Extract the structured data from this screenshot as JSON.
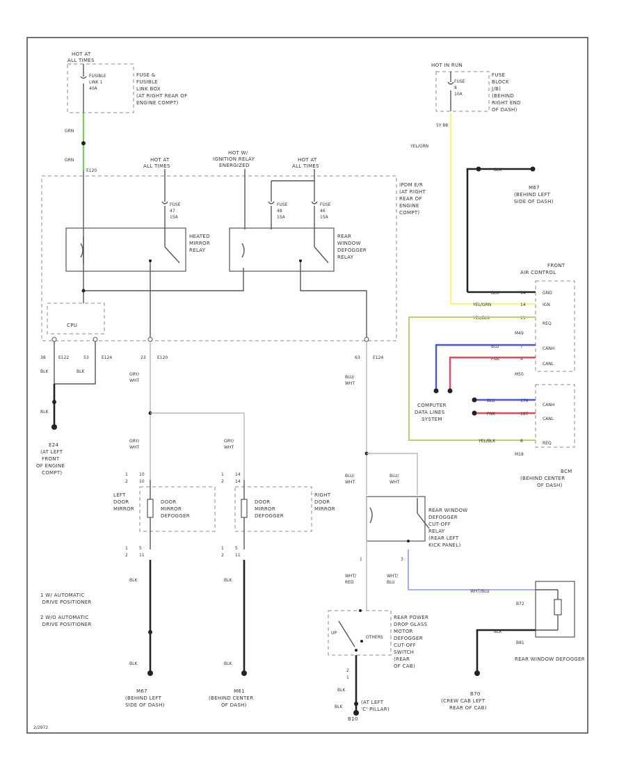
{
  "labels": {
    "hot_at_all_times_1": [
      "HOT AT",
      "ALL TIMES"
    ],
    "fuse_link_box": [
      "FUSE &",
      "FUSIBLE",
      "LINK BOX",
      "(AT RIGHT REAR OF",
      "ENGINE COMPT)"
    ],
    "fusible_link": [
      "FUSIBLE",
      "LINK 1",
      "40A"
    ],
    "hot_in_run": [
      "HOT IN RUN"
    ],
    "fuse_block": [
      "FUSE",
      "BLOCK",
      "J/B)",
      "(BEHIND",
      "RIGHT END",
      "OF DASH)"
    ],
    "fuse_7": [
      "FUSE",
      "8",
      "10A"
    ],
    "pin_yel_grn_top": "5Y  88",
    "wire_grn_1": "GRN",
    "wire_grn_2": "GRN",
    "connector_e120_top": "E120",
    "hot_at_all_times_2": [
      "HOT AT",
      "ALL TIMES"
    ],
    "hot_w_ign_relay": [
      "HOT W/",
      "IGNITION RELAY",
      "ENERGIZED"
    ],
    "hot_at_all_times_3": [
      "HOT AT",
      "ALL TIMES"
    ],
    "ipdm": [
      "IPDM E/R",
      "(AT RIGHT",
      "REAR OF",
      "ENGINE",
      "COMPT)"
    ],
    "fuse_47": [
      "FUSE",
      "47",
      "15A"
    ],
    "fuse_48": [
      "FUSE",
      "48",
      "15A"
    ],
    "fuse_46": [
      "FUSE",
      "46",
      "15A"
    ],
    "heated_mirror_relay": [
      "HEATED",
      "MIRROR",
      "RELAY"
    ],
    "rear_window_defogger_relay": [
      "REAR",
      "WINDOW",
      "DEFOGGER",
      "RELAY"
    ],
    "cpu": "CPU",
    "wire_yel_grn": "YEL/GRN",
    "wire_blk_top": "BLK",
    "ground_m67_top": [
      "M67",
      "(BEHIND LEFT",
      "SIDE OF DASH)"
    ],
    "front_air_control": [
      "FRONT",
      "AIR CONTROL"
    ],
    "fac_pins": [
      {
        "wire": "BLK",
        "pin": "14",
        "name": "GND"
      },
      {
        "wire": "YEL/GRN",
        "pin": "14",
        "name": "IGN"
      },
      {
        "wire": "YEL/BLK",
        "pin": "11",
        "name": "REQ"
      },
      {
        "wire": "BLU",
        "pin": "7",
        "name": "CANH"
      },
      {
        "wire": "PNK",
        "pin": "4",
        "name": "CANL"
      }
    ],
    "connector_m49": "M49",
    "connector_m50": "M50",
    "conn_pins_left": [
      "38",
      "E122",
      "53",
      "E124",
      "23",
      "E120"
    ],
    "conn_pin_right": [
      "63",
      "E124"
    ],
    "wire_blk_a": "BLK",
    "wire_blk_b": "BLK",
    "wire_blk_c": "BLK",
    "wire_gry_wht_1": [
      "GRY/",
      "WHT"
    ],
    "wire_blu_wht_1": [
      "BLU/",
      "WHT"
    ],
    "computer_data_lines": [
      "COMPUTER",
      "DATA LINES",
      "SYSTEM"
    ],
    "ground_e24": [
      "E24",
      "(AT LEFT",
      "FRONT",
      "OF ENGINE",
      "COMPT)"
    ],
    "bcm_pins": [
      {
        "wire": "BLU",
        "pin": "176",
        "name": "CANH"
      },
      {
        "wire": "PNK",
        "pin": "187",
        "name": "CANL"
      },
      {
        "wire": "YEL/BLK",
        "pin": "8",
        "name": "REQ"
      }
    ],
    "bcm": [
      "BCM",
      "(BEHIND CENTER",
      "OF DASH)"
    ],
    "connector_m18": "M18",
    "wire_gry_wht_2": [
      "GRY/",
      "WHT"
    ],
    "wire_gry_wht_3": [
      "GRY/",
      "WHT"
    ],
    "wire_blu_wht_2": [
      "BLU/",
      "WHT"
    ],
    "wire_blu_wht_3": [
      "BLU/",
      "WHT"
    ],
    "pin_d10_left": [
      "1",
      "2",
      "10",
      "10"
    ],
    "pin_d10_right": [
      "1",
      "2",
      "14",
      "14"
    ],
    "left_door_mirror": [
      "LEFT",
      "DOOR",
      "MIRROR"
    ],
    "right_door_mirror": [
      "RIGHT",
      "DOOR",
      "MIRROR"
    ],
    "door_mirror_defogger_l": [
      "DOOR",
      "MIRROR",
      "DEFOGGER"
    ],
    "door_mirror_defogger_r": [
      "DOOR",
      "MIRROR",
      "DEFOGGER"
    ],
    "rear_defogger_cutoff_relay": [
      "REAR WINDOW",
      "DEFOGGER",
      "CUT-OFF",
      "RELAY",
      "(REAR LEFT",
      "KICK PANEL)"
    ],
    "pins_lower_left": [
      "1",
      "2",
      "5",
      "11"
    ],
    "pins_lower_right": [
      "1",
      "2",
      "5",
      "11"
    ],
    "wire_blk_l": "BLK",
    "wire_blk_r": "BLK",
    "notes": [
      "1 W/ AUTOMATIC",
      "   DRIVE POSITIONER",
      "2 W/O AUTOMATIC",
      "   DRIVE POSITIONER"
    ],
    "relay_pins": [
      "1",
      "3"
    ],
    "wire_wht_red": [
      "WHT/",
      "RED"
    ],
    "wire_wht_blu_a": [
      "WHT/",
      "BLU"
    ],
    "wire_wht_blu_b": "WHT/BLU",
    "rear_power_drop_glass": [
      "REAR POWER",
      "DROP GLASS",
      "MOTOR",
      "DEFOGGER",
      "CUT-OFF",
      "SWITCH",
      "(REAR",
      "OF CAB)"
    ],
    "switch_up": "UP",
    "switch_others": "OTHERS",
    "pins_switch": [
      "2",
      "1"
    ],
    "b72": "B72",
    "b81": "B81",
    "rear_window_defogger": "REAR WINDOW DEFOGGER",
    "wire_blk_s1": "BLK",
    "wire_blk_s2": "BLK",
    "wire_blk_def": "BLK",
    "wire_blk_bot_l": "BLK",
    "wire_blk_bot_r": "BLK",
    "ground_m67_bot": [
      "M67",
      "(BEHIND LEFT",
      "SIDE OF DASH)"
    ],
    "ground_m61": [
      "M61",
      "(BEHIND CENTER",
      "OF DASH)"
    ],
    "ground_b10": [
      "(AT LEFT",
      "'C' PILLAR)",
      "B10"
    ],
    "ground_b70": [
      "B70",
      "(CREW CAB LEFT",
      "REAR OF CAB)"
    ],
    "footer_code": "2/2972"
  },
  "colors": {
    "wire_green": "#66dd44",
    "wire_yellow": "#f4f488",
    "wire_yelblk": "#c8cc66",
    "wire_blue": "#4455ee",
    "wire_pink": "#ee4466",
    "wire_lightblue": "#8899ee"
  }
}
